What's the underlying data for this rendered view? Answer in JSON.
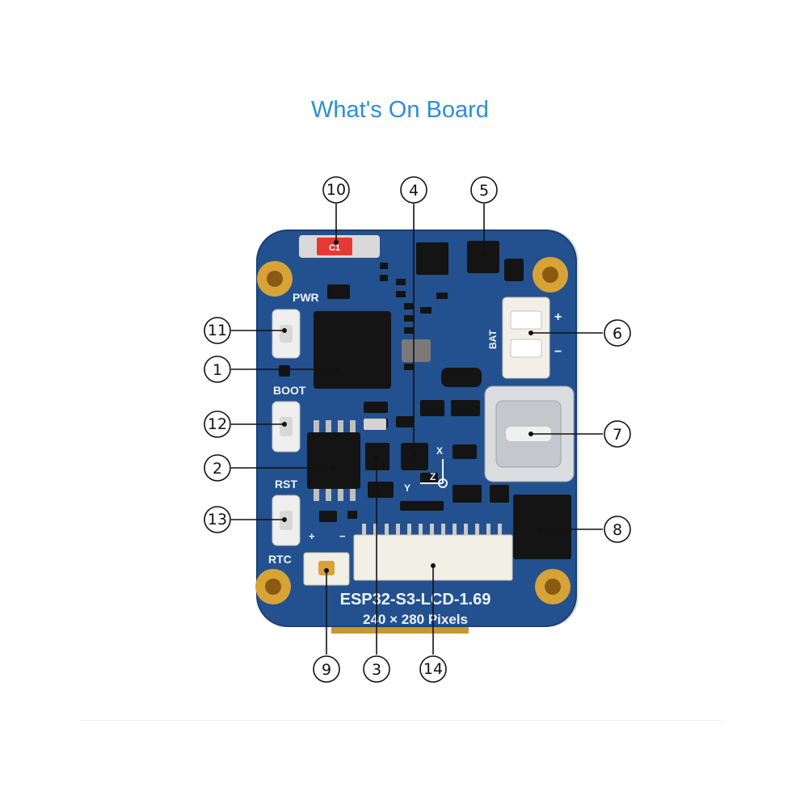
{
  "title": "What's On Board",
  "board": {
    "name": "ESP32-S3-LCD-1.69",
    "resolution": "240 × 280 Pixels",
    "silkscreen": {
      "pwr": "PWR",
      "boot": "BOOT",
      "rst": "RST",
      "rtc": "RTC",
      "bat": "BAT",
      "bat_plus": "+",
      "bat_minus": "−",
      "rtc_plus": "+",
      "rtc_minus": "−",
      "axis_x": "X",
      "axis_y": "Y",
      "axis_z": "Z"
    }
  },
  "callouts": [
    "1",
    "2",
    "3",
    "4",
    "5",
    "6",
    "7",
    "8",
    "9",
    "10",
    "11",
    "12",
    "13",
    "14"
  ],
  "colors": {
    "title": "#2a8fd6",
    "pcb": "#23518f",
    "pcb_edge": "#1b3f73",
    "gold": "#d7a337",
    "chip": "#141414",
    "connector": "#f2efe6",
    "leader": "#111111"
  }
}
